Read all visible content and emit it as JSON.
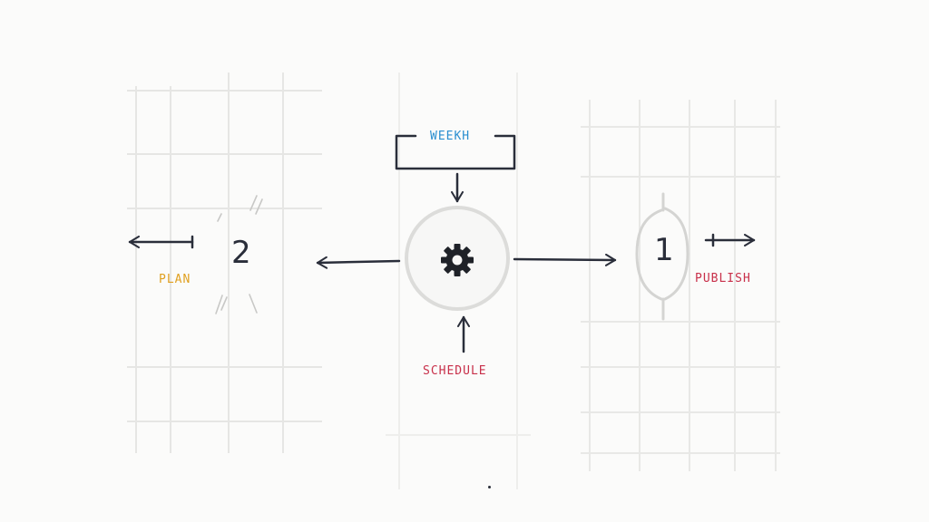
{
  "labels": {
    "top": "WEEKH",
    "left": "PLAN",
    "bottom": "SCHEDULE",
    "right": "PUBLISH"
  },
  "numbers": {
    "left": "2",
    "right": "1"
  },
  "center_icon": "gear-icon",
  "colors": {
    "ink": "#2a2e3a",
    "top_label": "#2a8fd0",
    "left_label": "#e0a020",
    "bottom_label": "#c8304a",
    "right_label": "#c8304a",
    "faint_grid": "#e4e4e2"
  }
}
